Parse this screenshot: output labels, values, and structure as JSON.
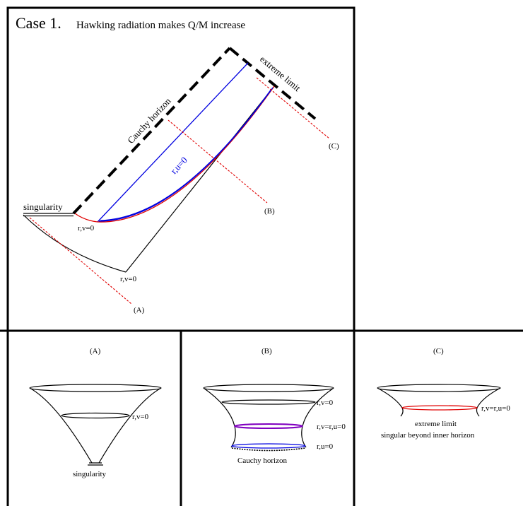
{
  "main": {
    "title_case": "Case 1.",
    "title_text": "Hawking radiation makes Q/M increase",
    "labels": {
      "cauchy_horizon": "Cauchy horizon",
      "extreme_limit": "extreme limit",
      "singularity": "singularity",
      "rv_zero_a": "r,v=0",
      "rv_zero_b": "r,v=0",
      "ru_zero": "r,u=0",
      "marker_a": "(A)",
      "marker_b": "(B)",
      "marker_c": "(C)"
    }
  },
  "panel_a": {
    "title": "(A)",
    "rv_zero": "r,v=0",
    "singularity": "singularity"
  },
  "panel_b": {
    "title": "(B)",
    "rv_zero": "r,v=0",
    "rv_ru_zero": "r,v=r,u=0",
    "ru_zero": "r,u=0",
    "cauchy_horizon": "Cauchy horizon"
  },
  "panel_c": {
    "title": "(C)",
    "rv_ru_zero": "r,v=r,u=0",
    "caption_line1": "extreme limit",
    "caption_line2": "singular beyond inner horizon"
  },
  "colors": {
    "red": "#e00000",
    "blue": "#0000e0",
    "purple": "#8000c0",
    "black": "#000000"
  }
}
